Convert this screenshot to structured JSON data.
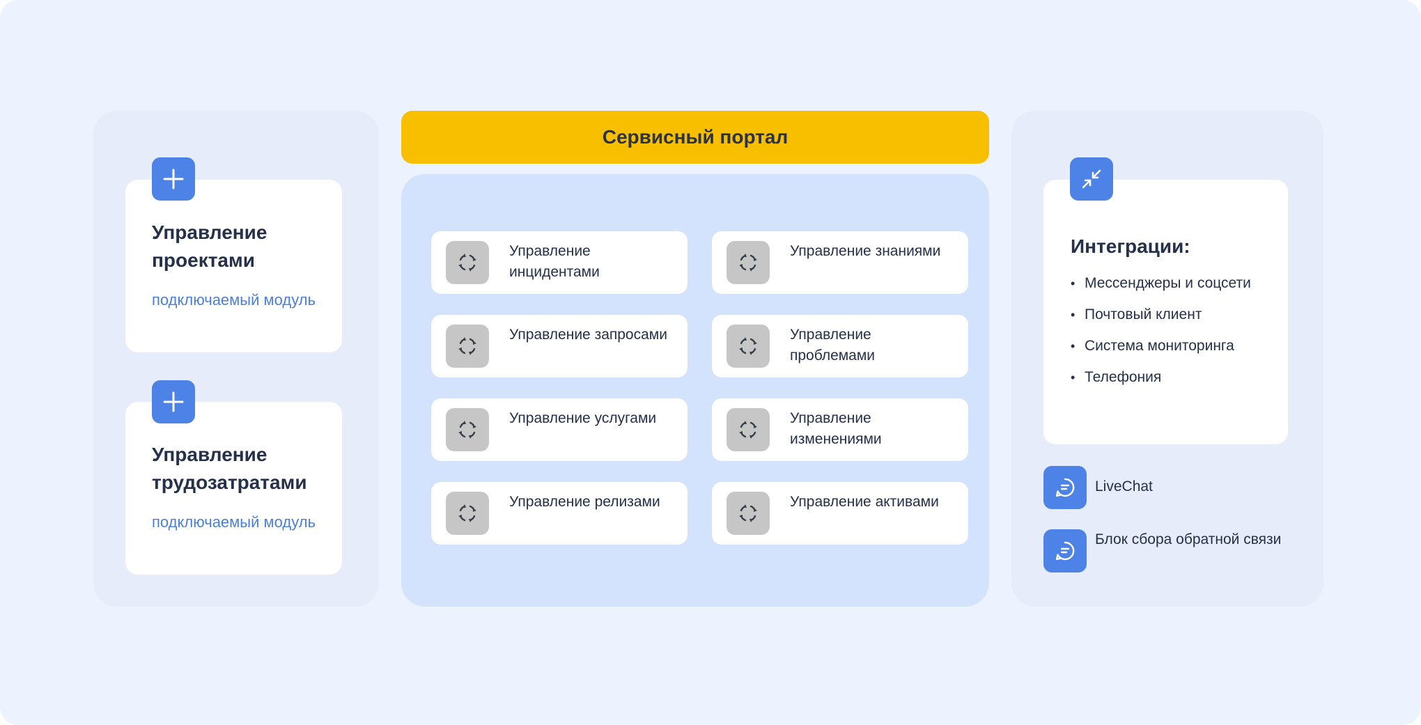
{
  "portal": {
    "title": "Сервисный портал"
  },
  "modules": [
    {
      "title": "Управление проектами",
      "subtitle": "подключаемый модуль",
      "icon": "plus-icon"
    },
    {
      "title": "Управление трудозатратами",
      "subtitle": "подключаемый модуль",
      "icon": "plus-icon"
    }
  ],
  "tiles": [
    {
      "label": "Управление инцидентами",
      "icon": "cycle-icon"
    },
    {
      "label": "Управление знаниями",
      "icon": "cycle-icon"
    },
    {
      "label": "Управление запросами",
      "icon": "cycle-icon"
    },
    {
      "label": "Управление проблемами",
      "icon": "cycle-icon"
    },
    {
      "label": "Управление услугами",
      "icon": "cycle-icon"
    },
    {
      "label": "Управление изменениями",
      "icon": "cycle-icon"
    },
    {
      "label": "Управление релизами",
      "icon": "cycle-icon"
    },
    {
      "label": "Управление активами",
      "icon": "cycle-icon"
    }
  ],
  "integrations": {
    "title": "Интеграции:",
    "icon": "arrows-inward-icon",
    "bullet": "•",
    "items": [
      "Мессенджеры и соцсети",
      "Почтовый клиент",
      "Система мониторинга",
      "Телефония"
    ]
  },
  "extras": [
    {
      "label": "LiveChat",
      "icon": "chat-icon"
    },
    {
      "label": "Блок сбора обратной связи",
      "icon": "chat-icon"
    }
  ],
  "colors": {
    "background": "#edf3fe",
    "side_panel": "#e6ecf9",
    "center_panel": "#d3e2fd",
    "header": "#f8bf00",
    "accent": "#4d83e7",
    "tile_icon": "#c6c6c6",
    "text": "#25304a",
    "subtitle": "#4d7fd9"
  }
}
